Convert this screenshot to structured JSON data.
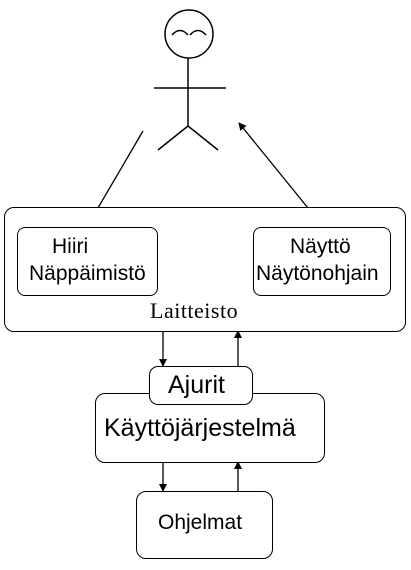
{
  "diagram": {
    "hardware": {
      "label": "Laitteisto",
      "input": {
        "line1": "Hiiri",
        "line2": "Näppäimistö"
      },
      "output": {
        "line1": "Näyttö",
        "line2": "Näytönohjain"
      }
    },
    "drivers": {
      "label": "Ajurit"
    },
    "os": {
      "label": "Käyttöjärjestelmä"
    },
    "programs": {
      "label": "Ohjelmat"
    }
  }
}
